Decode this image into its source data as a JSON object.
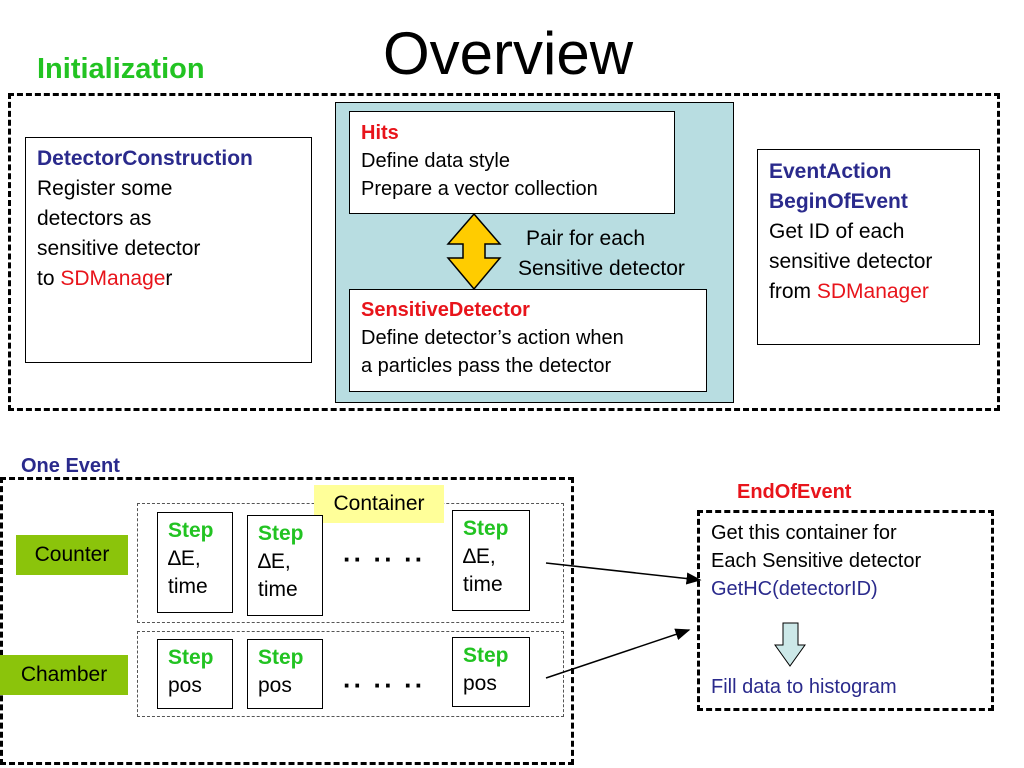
{
  "title": "Overview",
  "initialization": {
    "heading": "Initialization",
    "detector_construction": {
      "title": "DetectorConstruction",
      "lines": [
        "Register some",
        "detectors as",
        "sensitive detector"
      ],
      "last_prefix": "to ",
      "sdmanager": "SDManage",
      "suffix": "r"
    },
    "hits": {
      "title": "Hits",
      "lines": [
        "Define data style",
        "Prepare a vector collection"
      ]
    },
    "pair_label": [
      "Pair for each",
      "Sensitive detector"
    ],
    "sensitive_detector": {
      "title": "SensitiveDetector",
      "lines": [
        "Define detector’s action when",
        "a particles pass the detector"
      ]
    },
    "event_action": {
      "title1": "EventAction",
      "title2": "BeginOfEvent",
      "lines": [
        "Get ID of each",
        "sensitive detector"
      ],
      "last_prefix": "from ",
      "sdmanager": "SDManager"
    }
  },
  "one_event": {
    "heading": "One Event",
    "container_label": "Container",
    "counter_label": "Counter",
    "chamber_label": "Chamber",
    "ellipsis": "·· ·· ··",
    "counter_steps": [
      {
        "title": "Step",
        "line1": "∆E,",
        "line2": "time"
      },
      {
        "title": "Step",
        "line1": "∆E,",
        "line2": "time"
      },
      {
        "title": "Step",
        "line1": "∆E,",
        "line2": "time"
      }
    ],
    "chamber_steps": [
      {
        "title": "Step",
        "line1": "pos"
      },
      {
        "title": "Step",
        "line1": "pos"
      },
      {
        "title": "Step",
        "line1": "pos"
      }
    ]
  },
  "end_of_event": {
    "heading": "EndOfEvent",
    "lines": [
      "Get this container for",
      "Each Sensitive detector"
    ],
    "ghc": "GetHC(detectorID)",
    "fill": "Fill data to histogram"
  },
  "colors": {
    "hits_panel": "#b8dde1",
    "arrow_yellow": "#ffcc00",
    "container_yellow": "#ffff99",
    "label_green": "#8bc40b",
    "down_arrow": "#cce8e8"
  }
}
